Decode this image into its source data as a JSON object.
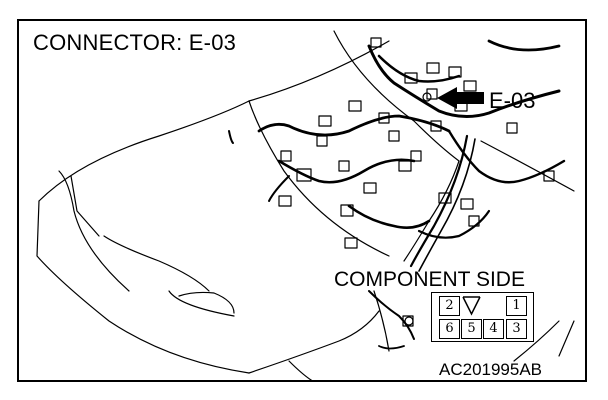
{
  "title": "CONNECTOR: E-03",
  "callout_label": "E-03",
  "component_side_label": "COMPONENT SIDE",
  "figure_code": "AC201995AB",
  "connector_pins": {
    "top_row": [
      "2",
      "",
      "1"
    ],
    "bottom_row": [
      "6",
      "5",
      "4",
      "3"
    ]
  }
}
